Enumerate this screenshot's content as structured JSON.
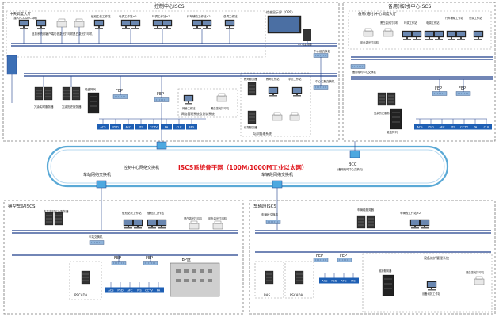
{
  "regions": {
    "control_center": {
      "label": "控制中心ISCS"
    },
    "backup_center": {
      "label": "备用(临时)中心ISCS"
    },
    "central_hall": {
      "label": "中央调度大厅"
    },
    "backup_hall": {
      "label": "备用(临时)中心调度大厅"
    },
    "typical_station": {
      "label": "典型车站ISCS"
    },
    "depot": {
      "label": "车辆段ISCS"
    },
    "nms_system": {
      "label": "网络管理系统及测试系统"
    },
    "training_system": {
      "label": "培训管理系统"
    },
    "equipment_maint": {
      "label": "设备维护管理系统"
    }
  },
  "backbone": {
    "label": "ISCS系统骨干网（100M/1000M工业以太网）"
  },
  "switches": {
    "control_center_switch": "控制中心网络交换机",
    "station_switch": "车站网络交换机",
    "depot_switch": "车辆段网络交换机",
    "bcc": "BCC",
    "bcc_note": "(备用临时中心交换机)",
    "center_l1": "中心级交换机",
    "center_l2": "中心汇聚交换机",
    "backup_switch": "备用临时中心交换机"
  },
  "control_center": {
    "workstations": [
      {
        "label": "(接入FCC&ISCS网)"
      },
      {
        "label": "信息系统网客户端"
      },
      {
        "label": "彩色激光打印机"
      },
      {
        "label": "黑白激光打印机"
      },
      {
        "label": "值班主任工作站"
      },
      {
        "label": "电调工作站×2"
      },
      {
        "label": "环调工作站×2"
      },
      {
        "label": "行车辅助工作站×2"
      },
      {
        "label": "总调工作站"
      }
    ],
    "ops": "综合显示屏（OPS）",
    "ops_ctrl": "OPS控制器",
    "servers": {
      "realtime": "冗余实时服务器",
      "history": "冗余历史服务器",
      "disk_array": "磁盘阵列",
      "nms": "网管工作站",
      "printer": "黑白激光打印机"
    },
    "training": {
      "trainer_server": "教师服务器",
      "trainer_ws": "教师工作站",
      "student_ws": "学员工作站",
      "sim_server": "仿真服务器"
    },
    "fep": "FEP"
  },
  "backup_center": {
    "workstations": [
      {
        "label": "彩色激光打印机"
      },
      {
        "label": "黑白激光打印机"
      },
      {
        "label": "环调工作站"
      },
      {
        "label": "电调工作站"
      },
      {
        "label": "行车辅助工作站"
      },
      {
        "label": "总调工作站"
      }
    ],
    "servers": "冗余历史服务器",
    "disk_array": "磁盘阵列",
    "fep": "FEP"
  },
  "station": {
    "servers": "车站实时冗余服务器",
    "station_switch": "车站交换机",
    "ws1": "值班站长工作站",
    "ws2": "值班员工作站",
    "printer1": "黑白激光打印机",
    "printer2": "彩色激光打印机",
    "ibp": "IBP盘",
    "fep": "FEP",
    "pscada": "PSCADA"
  },
  "depot": {
    "switch": "车辆段交换机",
    "servers": "车辆段服务器",
    "ws": "车辆段工作站×2",
    "fep": "FEP",
    "bas": "BAS",
    "pscada": "PSCADA",
    "maint_server": "维护服务器",
    "maint_ws": "设备维护工作站",
    "printer": "黑白激光打印机"
  },
  "subsystems": [
    "ACS",
    "PSD",
    "AFC",
    "PIS",
    "CCTV",
    "PA",
    "CLK",
    "FAS",
    "SIG",
    "BAS"
  ],
  "colors": {
    "bus": "#1e3f8a",
    "backbone_text": "#e0161c",
    "switch": "#4da8e0",
    "ibp": "#c8c8c8"
  }
}
